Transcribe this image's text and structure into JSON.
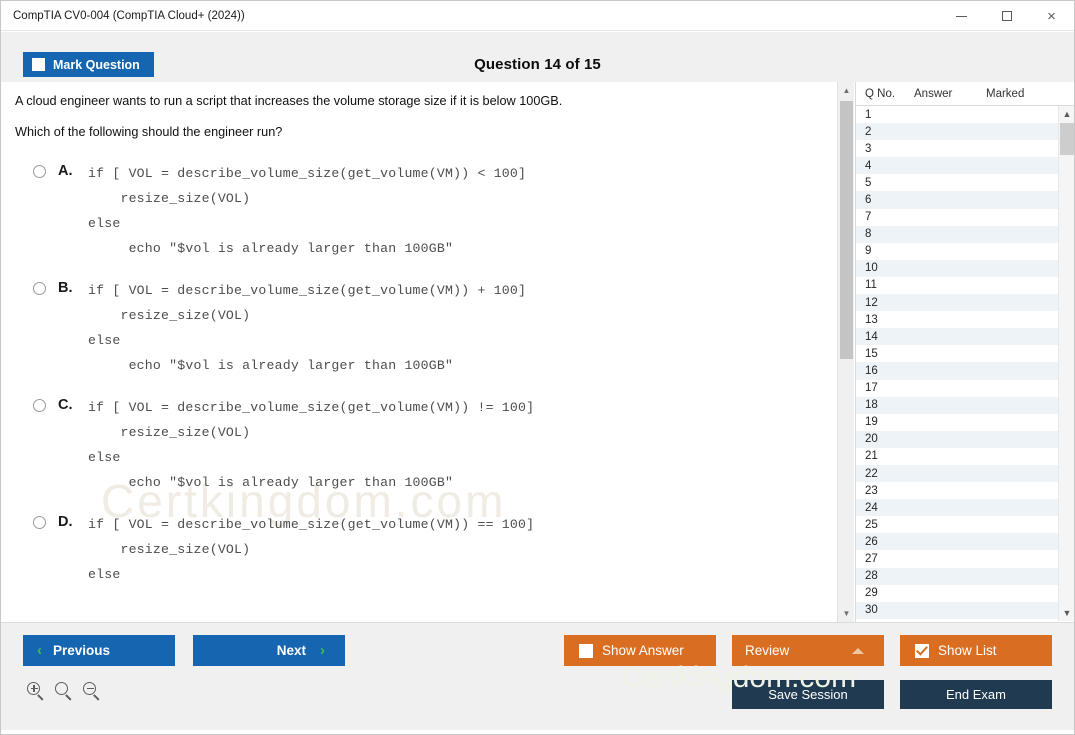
{
  "window": {
    "title": "CompTIA CV0-004 (CompTIA Cloud+ (2024))",
    "minimize_label": "",
    "maximize_label": "",
    "close_label": "×"
  },
  "header": {
    "mark_question_label": "Mark Question",
    "mark_question_checked": false,
    "question_title": "Question 14 of 15"
  },
  "question": {
    "stem_line1": "A cloud engineer wants to run a script that increases the volume storage size if it is below 100GB.",
    "stem_line2": "Which of the following should the engineer run?",
    "options": [
      {
        "letter": "A.",
        "selected": false,
        "code": "if [ VOL = describe_volume_size(get_volume(VM)) < 100]\n    resize_size(VOL)\nelse\n     echo \"$vol is already larger than 100GB\""
      },
      {
        "letter": "B.",
        "selected": false,
        "code": "if [ VOL = describe_volume_size(get_volume(VM)) + 100]\n    resize_size(VOL)\nelse\n     echo \"$vol is already larger than 100GB\""
      },
      {
        "letter": "C.",
        "selected": false,
        "code": "if [ VOL = describe_volume_size(get_volume(VM)) != 100]\n    resize_size(VOL)\nelse\n     echo \"$vol is already larger than 100GB\""
      },
      {
        "letter": "D.",
        "selected": false,
        "code": "if [ VOL = describe_volume_size(get_volume(VM)) == 100]\n    resize_size(VOL)\nelse"
      }
    ]
  },
  "watermark": {
    "text": "Certkingdom.com",
    "text2": "Certkingdom.com"
  },
  "list_panel": {
    "columns": [
      "Q No.",
      "Answer",
      "Marked"
    ],
    "rows": [
      {
        "no": "1",
        "answer": "",
        "marked": ""
      },
      {
        "no": "2",
        "answer": "",
        "marked": ""
      },
      {
        "no": "3",
        "answer": "",
        "marked": ""
      },
      {
        "no": "4",
        "answer": "",
        "marked": ""
      },
      {
        "no": "5",
        "answer": "",
        "marked": ""
      },
      {
        "no": "6",
        "answer": "",
        "marked": ""
      },
      {
        "no": "7",
        "answer": "",
        "marked": ""
      },
      {
        "no": "8",
        "answer": "",
        "marked": ""
      },
      {
        "no": "9",
        "answer": "",
        "marked": ""
      },
      {
        "no": "10",
        "answer": "",
        "marked": ""
      },
      {
        "no": "11",
        "answer": "",
        "marked": ""
      },
      {
        "no": "12",
        "answer": "",
        "marked": ""
      },
      {
        "no": "13",
        "answer": "",
        "marked": ""
      },
      {
        "no": "14",
        "answer": "",
        "marked": ""
      },
      {
        "no": "15",
        "answer": "",
        "marked": ""
      },
      {
        "no": "16",
        "answer": "",
        "marked": ""
      },
      {
        "no": "17",
        "answer": "",
        "marked": ""
      },
      {
        "no": "18",
        "answer": "",
        "marked": ""
      },
      {
        "no": "19",
        "answer": "",
        "marked": ""
      },
      {
        "no": "20",
        "answer": "",
        "marked": ""
      },
      {
        "no": "21",
        "answer": "",
        "marked": ""
      },
      {
        "no": "22",
        "answer": "",
        "marked": ""
      },
      {
        "no": "23",
        "answer": "",
        "marked": ""
      },
      {
        "no": "24",
        "answer": "",
        "marked": ""
      },
      {
        "no": "25",
        "answer": "",
        "marked": ""
      },
      {
        "no": "26",
        "answer": "",
        "marked": ""
      },
      {
        "no": "27",
        "answer": "",
        "marked": ""
      },
      {
        "no": "28",
        "answer": "",
        "marked": ""
      },
      {
        "no": "29",
        "answer": "",
        "marked": ""
      },
      {
        "no": "30",
        "answer": "",
        "marked": ""
      }
    ]
  },
  "toolbar": {
    "previous_label": "Previous",
    "next_label": "Next",
    "prev_chevron": "‹",
    "next_chevron": "›",
    "show_answer_label": "Show Answer",
    "show_answer_checked": false,
    "review_label": "Review",
    "show_list_label": "Show List",
    "show_list_checked": true,
    "save_session_label": "Save Session",
    "end_exam_label": "End Exam",
    "zoom_in_name": "zoom-in",
    "zoom_reset_name": "zoom-reset",
    "zoom_out_name": "zoom-out"
  },
  "colors": {
    "primary_blue": "#1565b0",
    "accent_orange": "#d96e22",
    "navy": "#203b51",
    "chevron_green": "#3ec13e",
    "row_alt": "#eef3f8"
  }
}
